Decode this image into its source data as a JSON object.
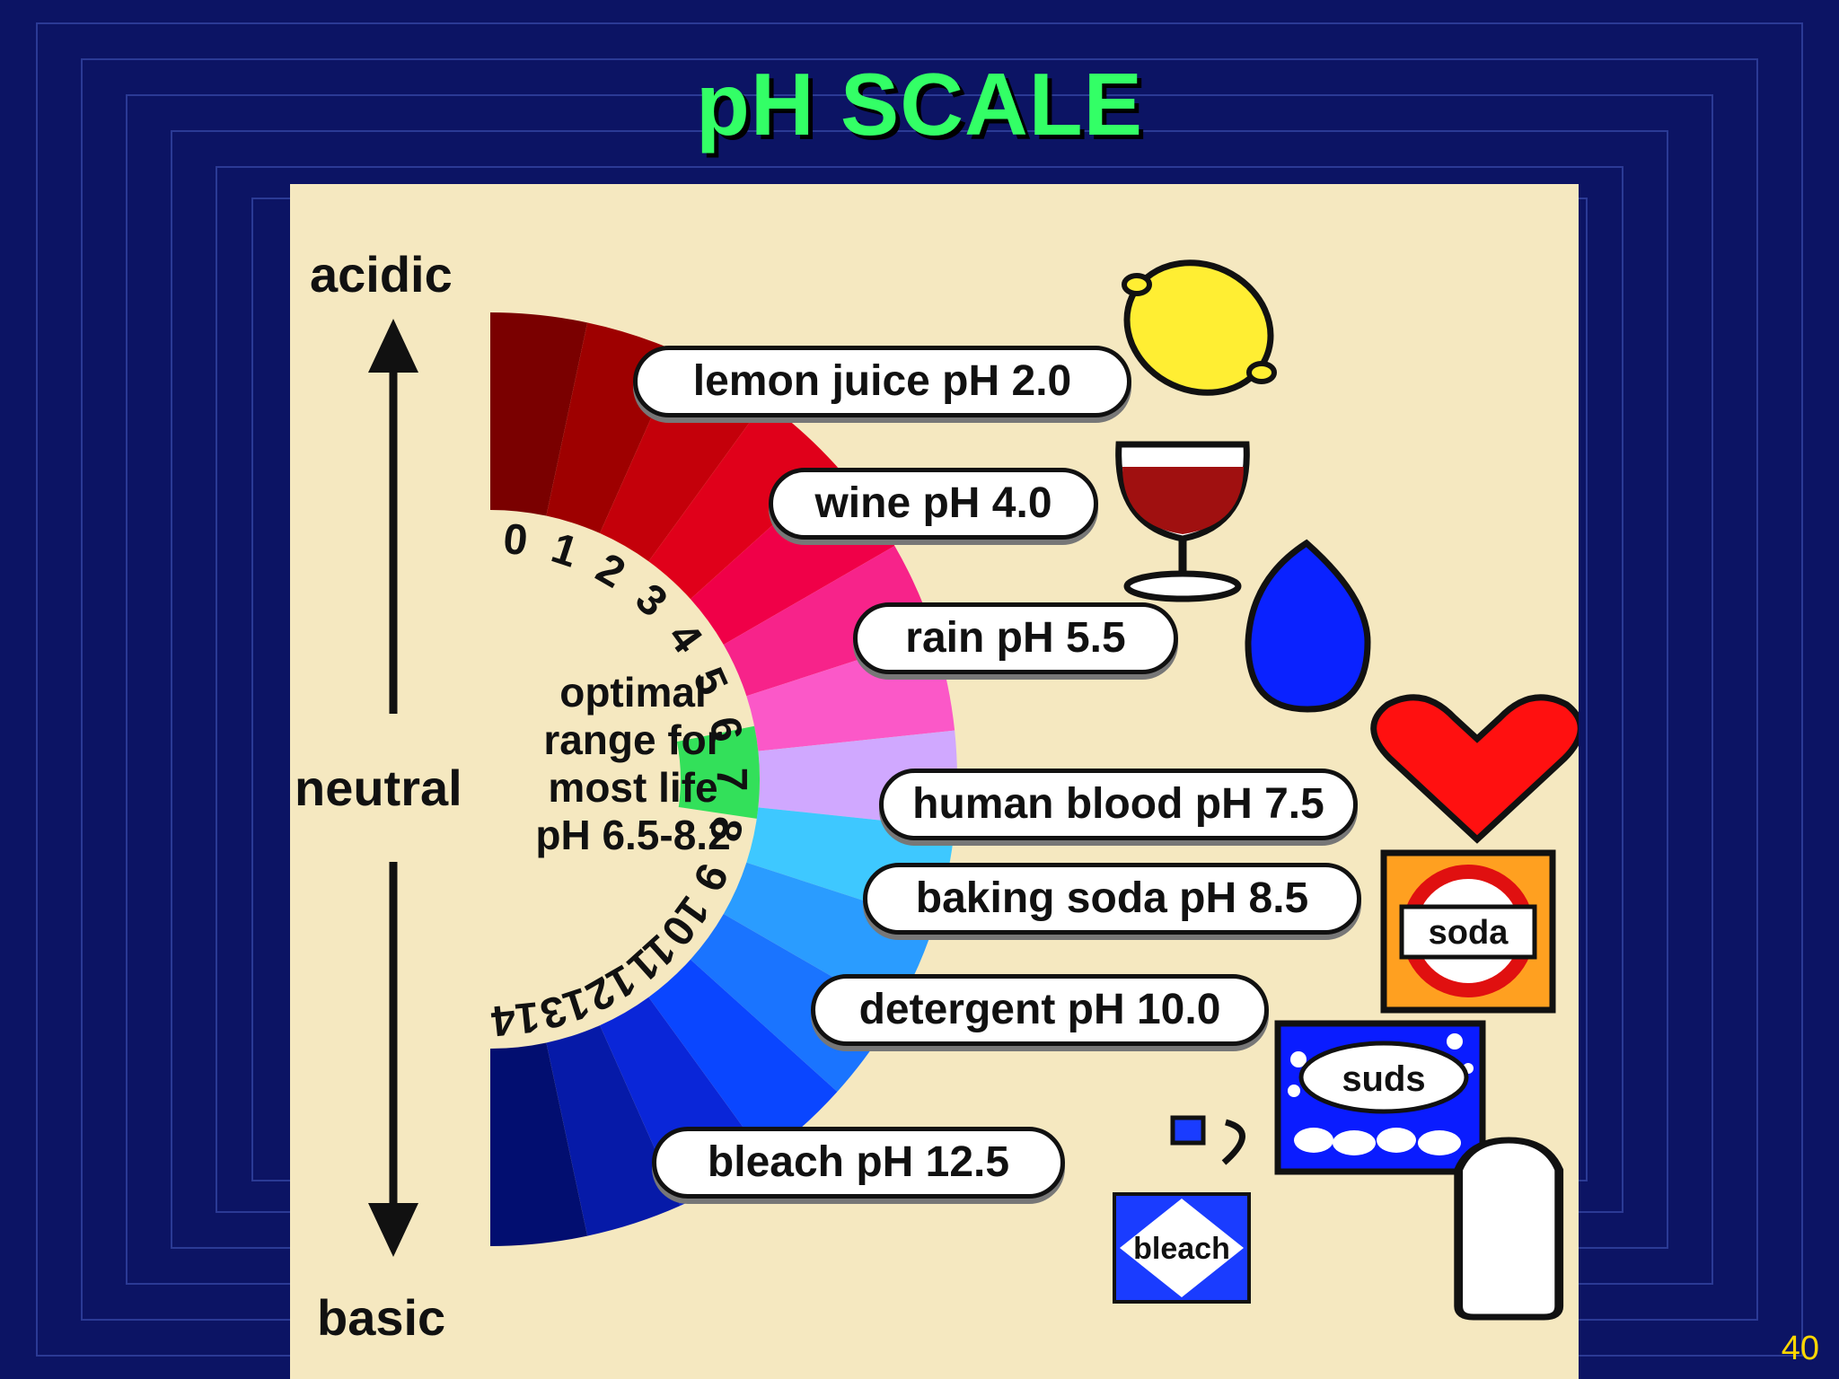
{
  "title": "pH SCALE",
  "page_number": "40",
  "side_labels": {
    "acidic": "acidic",
    "neutral": "neutral",
    "basic": "basic"
  },
  "optimal_range": {
    "line1": "optimal",
    "line2": "range for",
    "line3": "most life",
    "line4": "pH 6.5-8.2"
  },
  "scale_numbers": [
    "0",
    "1",
    "2",
    "3",
    "4",
    "5",
    "6",
    "7",
    "8",
    "9",
    "10",
    "11",
    "12",
    "13",
    "14"
  ],
  "scale_colors": [
    "#7a0000",
    "#9e0000",
    "#c4000a",
    "#e0001a",
    "#f00048",
    "#f7238a",
    "#fb58c8",
    "#d0a8ff",
    "#3ec8ff",
    "#2a9cff",
    "#1a74ff",
    "#0a46ff",
    "#0a26d8",
    "#061aa8",
    "#020e70"
  ],
  "optimal_highlight_color": "#33e05a",
  "substances": [
    {
      "label": "lemon juice pH 2.0",
      "icon": "lemon-icon"
    },
    {
      "label": "wine pH 4.0",
      "icon": "wine-glass-icon"
    },
    {
      "label": "rain pH 5.5",
      "icon": "raindrop-icon"
    },
    {
      "label": "human blood pH 7.5",
      "icon": "heart-icon"
    },
    {
      "label": "baking soda pH 8.5",
      "icon": "soda-box-icon",
      "icon_text": "soda"
    },
    {
      "label": "detergent pH 10.0",
      "icon": "suds-box-icon",
      "icon_text": "suds"
    },
    {
      "label": "bleach pH 12.5",
      "icon": "bleach-jug-icon",
      "icon_text": "bleach"
    }
  ]
}
